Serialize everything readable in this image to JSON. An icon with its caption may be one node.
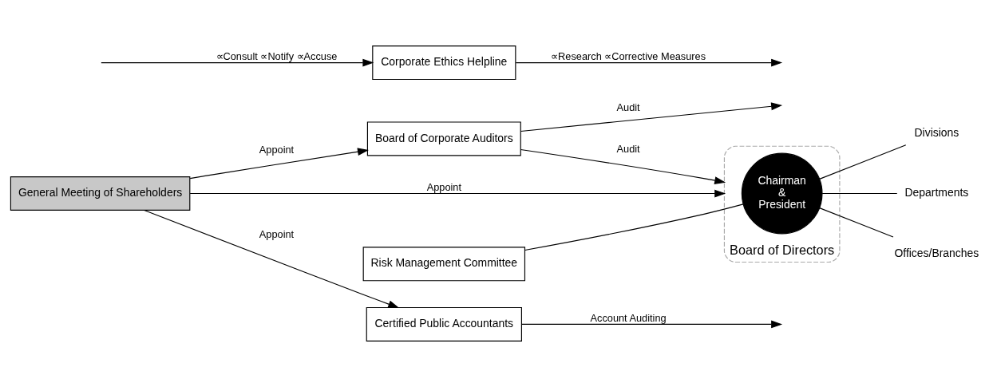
{
  "diagram": {
    "nodes": [
      {
        "text": [
          "General Meeting of Shareholders"
        ]
      },
      {
        "text": [
          "Risk Management Committee"
        ]
      },
      {
        "text": [
          "Corporate Ethics Helpline"
        ]
      },
      {
        "text": [
          "Board of Directors"
        ]
      },
      {
        "text": [
          "Chairman & President"
        ],
        "in": 3
      },
      {
        "text": [
          "Divisions"
        ]
      },
      {
        "text": [
          "Departments"
        ]
      },
      {
        "text": [
          "Offices/Branches"
        ]
      },
      {
        "text": [
          "Board of Corporate Auditors"
        ]
      },
      {
        "text": [
          "Certified Public Accountants"
        ]
      }
    ],
    "edges": [
      {
        "from": 0,
        "to": 3,
        "arrow": "to",
        "label": "Appoint"
      },
      {
        "from": 0,
        "to": 8,
        "arrow": "to",
        "label": "Appoint"
      },
      {
        "from": 0,
        "to": 9,
        "arrow": "to",
        "label": "Appoint"
      },
      {
        "from": 1,
        "to": 4,
        "arrow": "none"
      },
      {
        "from": 4,
        "to": 5,
        "arrow": "none"
      },
      {
        "from": 4,
        "to": 6,
        "arrow": "none"
      },
      {
        "from": 4,
        "to": 7,
        "arrow": "none"
      },
      {
        "from": 8,
        "to": 3,
        "arrow": "to",
        "label": "Audit"
      },
      {
        "from": 8,
        "to": null,
        "arrow": "to",
        "label": "Audit"
      },
      {
        "from": 9,
        "to": null,
        "arrow": "to",
        "label": "Account Auditing"
      },
      {
        "from": null,
        "to": 2,
        "arrow": "to",
        "label": "∝Consult ∝Notify ∝Accuse"
      },
      {
        "from": 2,
        "to": null,
        "arrow": "to",
        "label": "∝Research ∝Corrective Measures"
      }
    ]
  }
}
